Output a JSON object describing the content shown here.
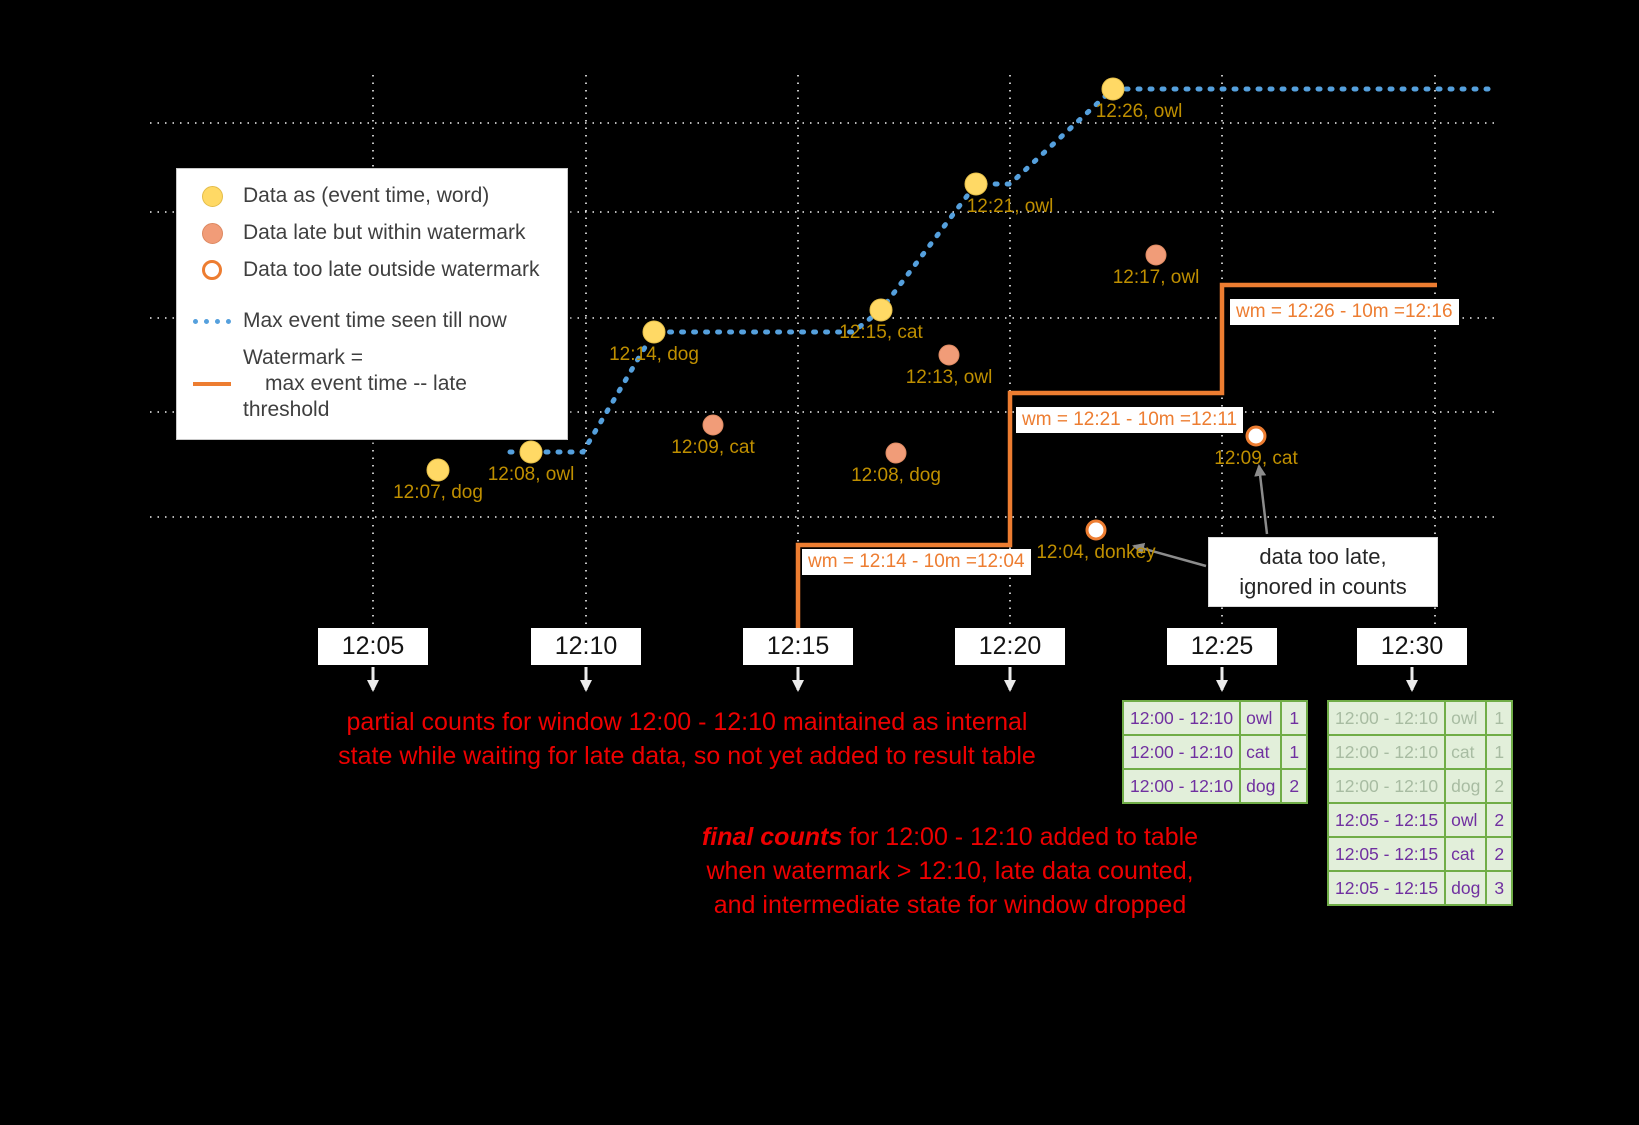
{
  "legend": {
    "on_time": "Data as (event time, word)",
    "late": "Data late but within watermark",
    "too_late": "Data too late outside watermark",
    "max_event": "Max event time seen till now",
    "watermark_line1": "Watermark =",
    "watermark_line2": "max event time -- late threshold"
  },
  "axis": {
    "labels": [
      "12:05",
      "12:10",
      "12:15",
      "12:20",
      "12:25",
      "12:30"
    ]
  },
  "points": {
    "on_time": [
      {
        "label": "12:07, dog"
      },
      {
        "label": "12:08, owl"
      },
      {
        "label": "12:14, dog"
      },
      {
        "label": "12:15, cat"
      },
      {
        "label": "12:21, owl"
      },
      {
        "label": "12:26, owl"
      }
    ],
    "late": [
      {
        "label": "12:09, cat"
      },
      {
        "label": "12:08, dog"
      },
      {
        "label": "12:13, owl"
      },
      {
        "label": "12:17, owl"
      }
    ],
    "too_late": [
      {
        "label": "12:04, donkey"
      },
      {
        "label": "12:09, cat"
      }
    ]
  },
  "watermarks": [
    {
      "label": "wm = 12:14 - 10m =12:04"
    },
    {
      "label": "wm = 12:21 - 10m =12:11"
    },
    {
      "label": "wm = 12:26 - 10m =12:16"
    }
  ],
  "annotations": {
    "too_late_line1": "data too late,",
    "too_late_line2": "ignored in counts",
    "partial_line1": "partial counts for window 12:00 - 12:10 maintained as internal",
    "partial_line2": "state while waiting for late data, so not yet added  to result table",
    "final_emphasis": "final counts",
    "final_line1_rest": " for 12:00 - 12:10 added to table",
    "final_line2": "when watermark > 12:10, late data counted,",
    "final_line3": "and intermediate state for window dropped"
  },
  "result_tables": {
    "at_1225": {
      "rows": [
        {
          "window": "12:00 - 12:10",
          "word": "owl",
          "count": "1"
        },
        {
          "window": "12:00 - 12:10",
          "word": "cat",
          "count": "1"
        },
        {
          "window": "12:00 - 12:10",
          "word": "dog",
          "count": "2"
        }
      ]
    },
    "at_1230": {
      "rows": [
        {
          "window": "12:00 - 12:10",
          "word": "owl",
          "count": "1"
        },
        {
          "window": "12:00 - 12:10",
          "word": "cat",
          "count": "1"
        },
        {
          "window": "12:00 - 12:10",
          "word": "dog",
          "count": "2"
        },
        {
          "window": "12:05 - 12:15",
          "word": "owl",
          "count": "2"
        },
        {
          "window": "12:05 - 12:15",
          "word": "cat",
          "count": "2"
        },
        {
          "window": "12:05 - 12:15",
          "word": "dog",
          "count": "3"
        }
      ]
    }
  },
  "colors": {
    "on_time_fill": "#FFD965",
    "late_fill": "#F19C78",
    "too_late_ring": "#ED7D31",
    "max_event_line": "#55A0DD",
    "watermark_line": "#ED7D31",
    "point_label": "#BF8F00",
    "annotation_red": "#EE0000",
    "table_border": "#70AD47",
    "table_cell": "#E2EFDA",
    "table_text": "#7030A0"
  }
}
